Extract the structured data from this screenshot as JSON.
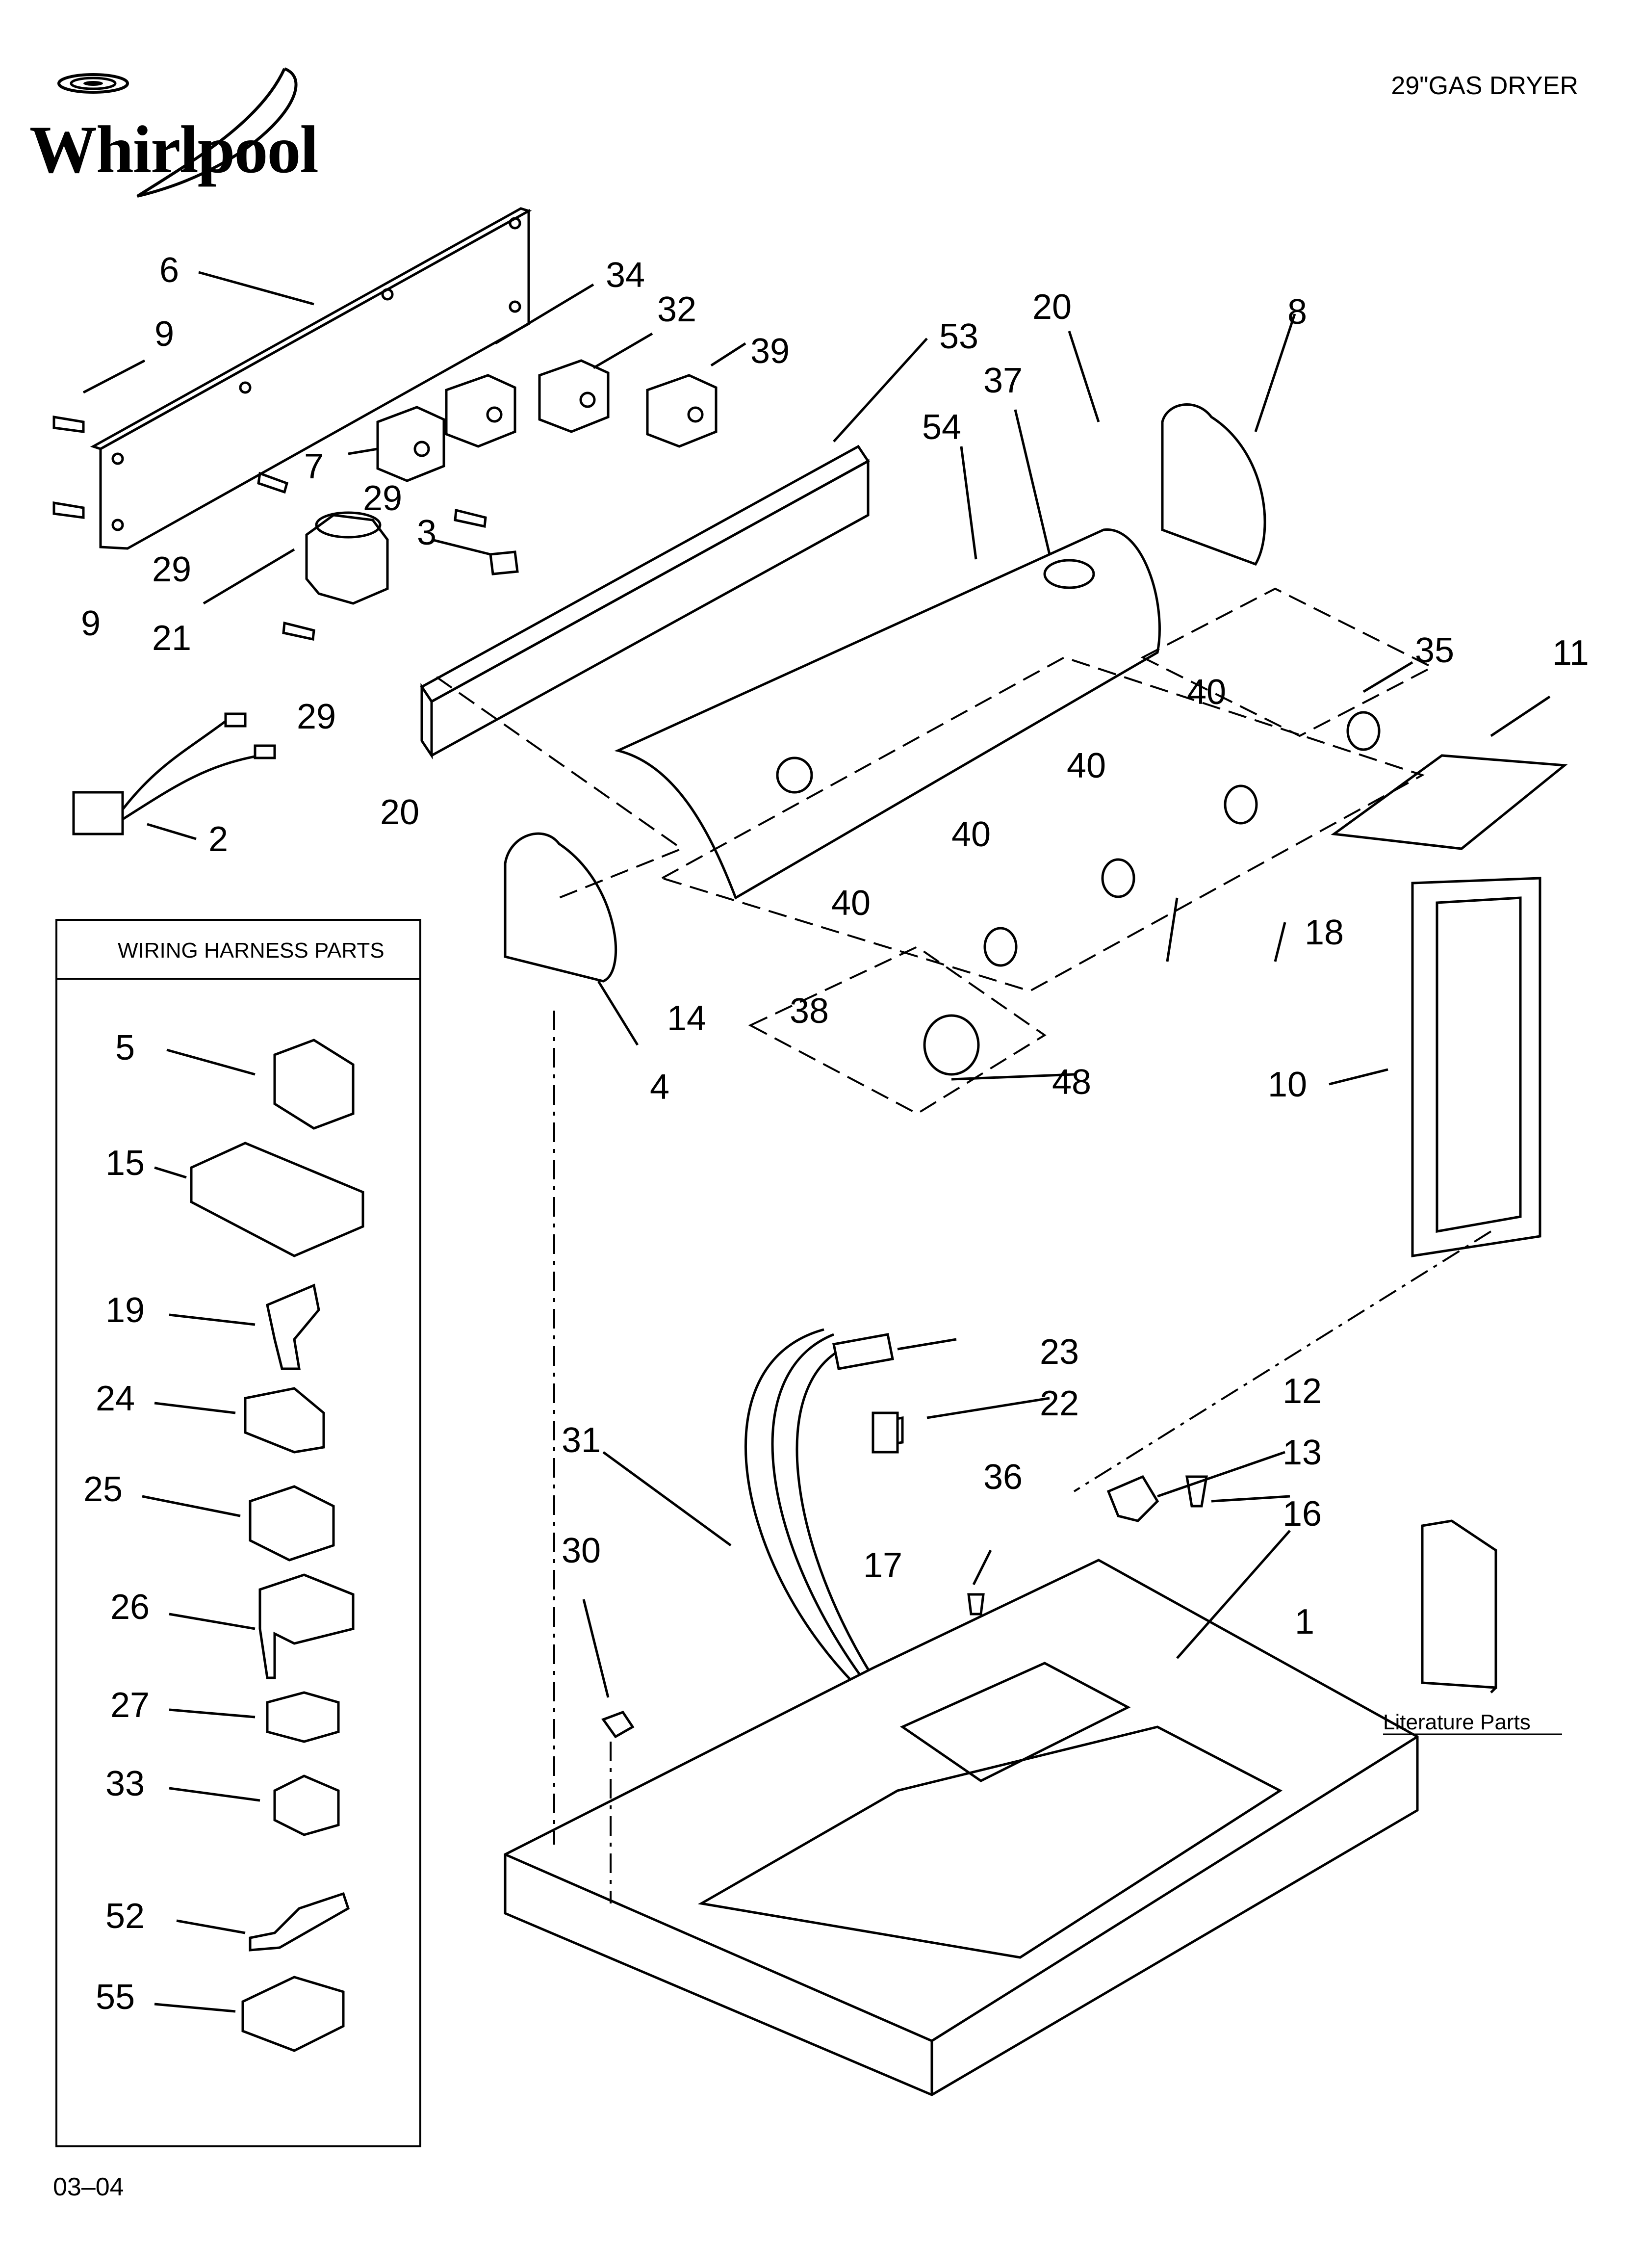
{
  "header": {
    "brand": "Whirlpool",
    "model": "29\"GAS DRYER"
  },
  "footer": {
    "doc_code": "03–04"
  },
  "wiring_box": {
    "title": "WIRING HARNESS PARTS",
    "items": [
      "5",
      "15",
      "19",
      "24",
      "25",
      "26",
      "27",
      "33",
      "52",
      "55"
    ]
  },
  "literature": {
    "label": "Literature Parts",
    "item": "1"
  },
  "callouts": {
    "c6": "6",
    "c9a": "9",
    "c9b": "9",
    "c29a": "29",
    "c29b": "29",
    "c29c": "29",
    "c34": "34",
    "c32": "32",
    "c39": "39",
    "c7": "7",
    "c3": "3",
    "c21": "21",
    "c2": "2",
    "c20a": "20",
    "c20b": "20",
    "c53": "53",
    "c37": "37",
    "c54": "54",
    "c8": "8",
    "c35": "35",
    "c11": "11",
    "c40a": "40",
    "c40b": "40",
    "c40c": "40",
    "c40d": "40",
    "c18": "18",
    "c14": "14",
    "c38": "38",
    "c48": "48",
    "c4": "4",
    "c10": "10",
    "c23": "23",
    "c22": "22",
    "c12": "12",
    "c13": "13",
    "c31": "31",
    "c36": "36",
    "c16": "16",
    "c17": "17",
    "c30": "30"
  }
}
